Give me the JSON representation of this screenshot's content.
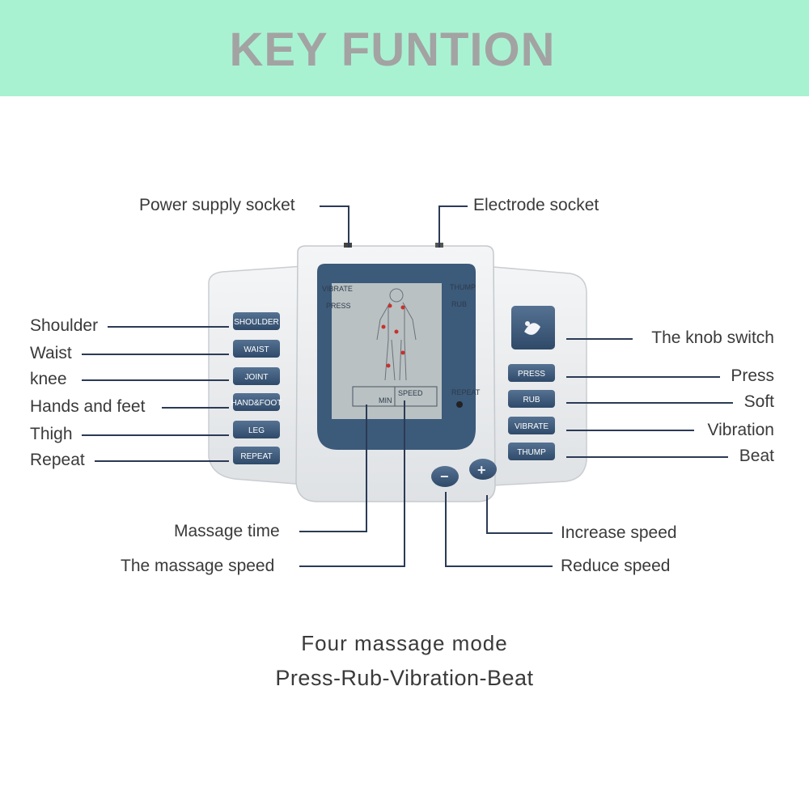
{
  "header": {
    "title": "KEY FUNTION"
  },
  "labels": {
    "power_socket": "Power supply socket",
    "electrode_socket": "Electrode socket",
    "shoulder": "Shoulder",
    "waist": "Waist",
    "knee": "knee",
    "hands_feet": "Hands and feet",
    "thigh": "Thigh",
    "repeat": "Repeat",
    "knob_switch": "The knob switch",
    "press": "Press",
    "soft": "Soft",
    "vibration": "Vibration",
    "beat": "Beat",
    "massage_time": "Massage time",
    "massage_speed": "The massage speed",
    "increase_speed": "Increase speed",
    "reduce_speed": "Reduce speed"
  },
  "device": {
    "left_buttons": [
      "SHOULDER",
      "WAIST",
      "JOINT",
      "HAND&FOOT",
      "LEG",
      "REPEAT"
    ],
    "right_buttons": [
      "PRESS",
      "RUB",
      "VIBRATE",
      "THUMP"
    ],
    "lcd": {
      "vibrate": "VIBRATE",
      "press": "PRESS",
      "thump": "THUMP",
      "rub": "RUB",
      "repeat": "REPEAT",
      "min": "MIN",
      "speed": "SPEED"
    },
    "minus": "−",
    "plus": "+"
  },
  "caption": {
    "line1": "Four massage mode",
    "line2": "Press-Rub-Vibration-Beat"
  },
  "colors": {
    "banner": "#a8f2d2",
    "title": "#a3a3a3",
    "button": "#3d5878",
    "lcd": "#b9c1c3",
    "leader": "#2b3a55"
  }
}
